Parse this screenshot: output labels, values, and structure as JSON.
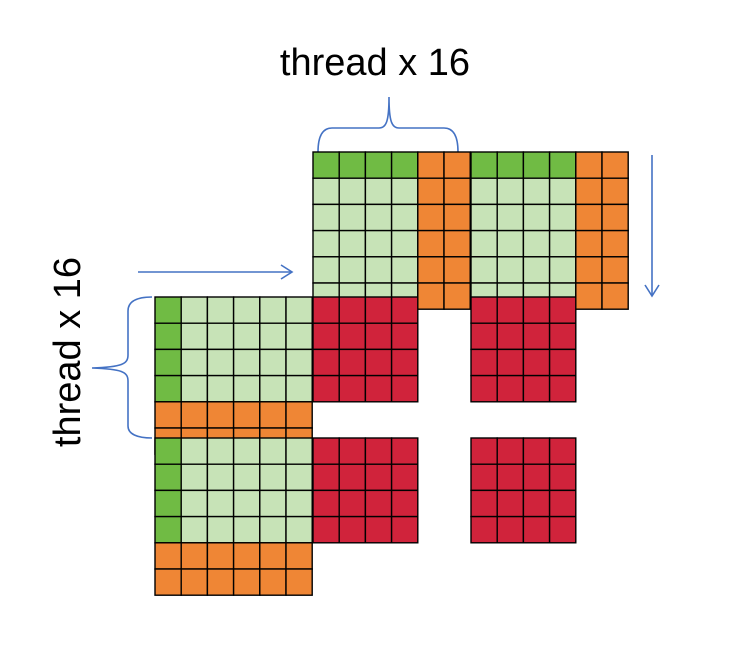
{
  "labels": {
    "top": "thread x 16",
    "left": "thread x 16"
  },
  "colors": {
    "dark_green": "#70bb44",
    "light_green": "#c7e3b7",
    "orange": "#ef8635",
    "red": "#d0233b",
    "annotation_blue": "#4472c4",
    "grid_line": "#000000"
  },
  "cell_legend": {
    "G": "dark_green",
    "L": "light_green",
    "O": "orange",
    "R": "red"
  },
  "blocks": [
    {
      "name": "top-tile-a",
      "rows": [
        "GGGGOO",
        "LLLLOO",
        "LLLLOO",
        "LLLLOO",
        "LLLLOO",
        "LLLLOO"
      ]
    },
    {
      "name": "top-tile-b",
      "rows": [
        "GGGGOO",
        "LLLLOO",
        "LLLLOO",
        "LLLLOO",
        "LLLLOO",
        "LLLLOO"
      ]
    },
    {
      "name": "left-tile-a",
      "rows": [
        "GLLLLL",
        "GLLLLL",
        "GLLLLL",
        "GLLLLL",
        "OOOOOO",
        "OOOOOO"
      ]
    },
    {
      "name": "left-tile-b",
      "rows": [
        "GLLLLL",
        "GLLLLL",
        "GLLLLL",
        "GLLLLL",
        "OOOOOO",
        "OOOOOO"
      ]
    },
    {
      "name": "result-tile-1",
      "rows": [
        "RRRR",
        "RRRR",
        "RRRR",
        "RRRR"
      ]
    },
    {
      "name": "result-tile-2",
      "rows": [
        "RRRR",
        "RRRR",
        "RRRR",
        "RRRR"
      ]
    },
    {
      "name": "result-tile-3",
      "rows": [
        "RRRR",
        "RRRR",
        "RRRR",
        "RRRR"
      ]
    },
    {
      "name": "result-tile-4",
      "rows": [
        "RRRR",
        "RRRR",
        "RRRR",
        "RRRR"
      ]
    }
  ]
}
